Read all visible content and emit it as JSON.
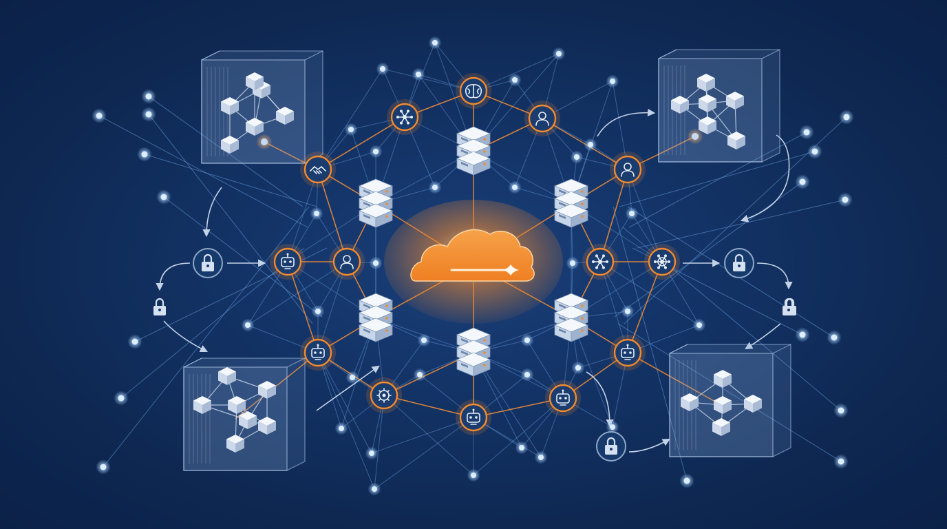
{
  "colors": {
    "background": "#0f2a55",
    "accent_orange": "#f28a2e",
    "link_blue": "#6fa8e8",
    "node_glow": "#a9d4ff",
    "server_face": "#e8eef7",
    "lock_ring": "#8fa8c8"
  },
  "diagram": {
    "center": {
      "icon": "cloud-icon"
    },
    "servers": [
      {
        "icon": "server-stack-icon"
      },
      {
        "icon": "server-stack-icon"
      },
      {
        "icon": "server-stack-icon"
      },
      {
        "icon": "server-stack-icon"
      },
      {
        "icon": "server-stack-icon"
      },
      {
        "icon": "server-stack-icon"
      }
    ],
    "agents": [
      {
        "icon": "brain-icon"
      },
      {
        "icon": "user-icon"
      },
      {
        "icon": "user-icon"
      },
      {
        "icon": "network-hub-icon"
      },
      {
        "icon": "gear-network-icon"
      },
      {
        "icon": "robot-icon"
      },
      {
        "icon": "robot-icon"
      },
      {
        "icon": "robot-icon"
      },
      {
        "icon": "gear-icon"
      },
      {
        "icon": "robot-icon"
      },
      {
        "icon": "robot-icon"
      },
      {
        "icon": "user-icon"
      },
      {
        "icon": "handshake-icon"
      },
      {
        "icon": "circuit-icon"
      }
    ],
    "clusters": [
      {
        "icon": "cube-cluster-icon",
        "cubes": 6
      },
      {
        "icon": "cube-cluster-icon",
        "cubes": 6
      },
      {
        "icon": "cube-cluster-icon",
        "cubes": 7
      },
      {
        "icon": "cube-cluster-icon",
        "cubes": 5
      }
    ],
    "locks": [
      {
        "icon": "lock-icon"
      },
      {
        "icon": "lock-icon"
      },
      {
        "icon": "lock-icon"
      },
      {
        "icon": "lock-icon"
      },
      {
        "icon": "lock-icon"
      },
      {
        "icon": "lock-icon"
      }
    ]
  }
}
